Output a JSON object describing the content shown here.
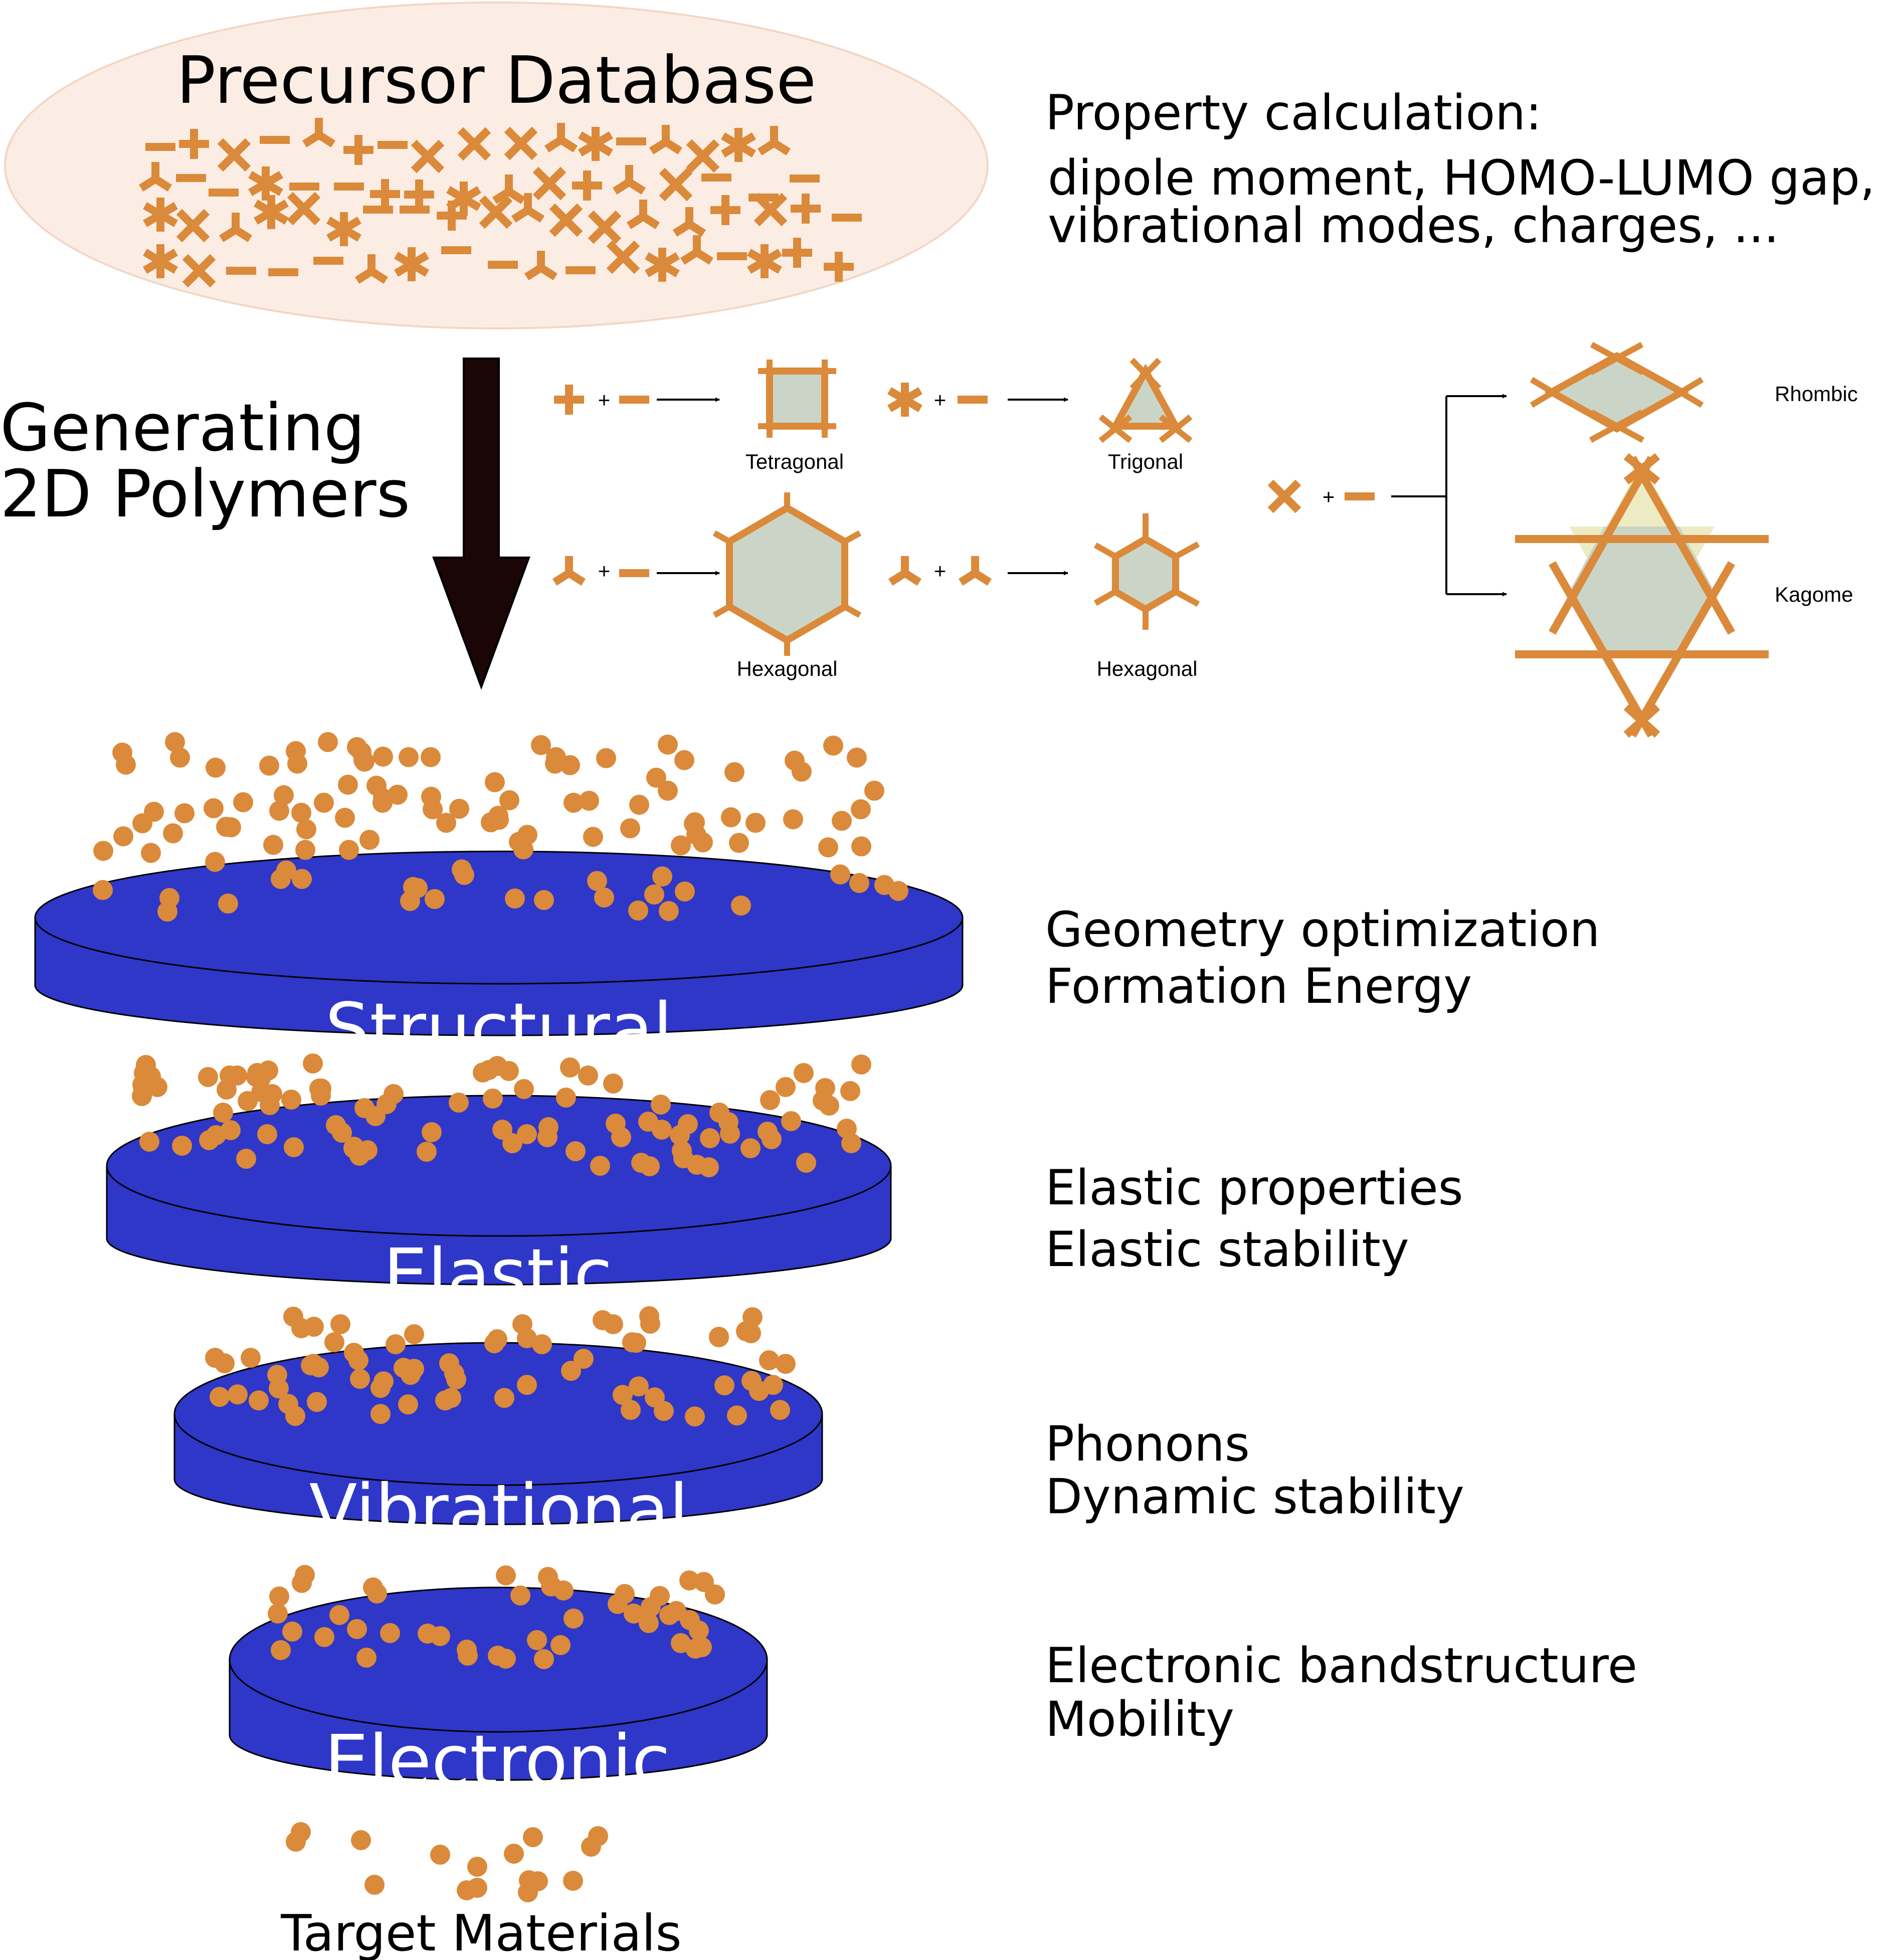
{
  "colors": {
    "monomer": "#DA8A3A",
    "network_fill": "#CBD5C7",
    "kagome_triangle_fill": "#EDEBC3",
    "disk": "#2E37C8",
    "ellipse_fill": "#FCEDE4",
    "arrow": "#000000"
  },
  "header": {
    "database_title": "Precursor Database",
    "property_heading": "Property calculation:",
    "property_line1": "dipole moment, HOMO-LUMO gap,",
    "property_line2": "vibrational modes, charges, ..."
  },
  "generation": {
    "line1": "Generating",
    "line2": "2D Polymers",
    "plus": "+",
    "lattices": {
      "tetragonal": "Tetragonal",
      "trigonal": "Trigonal",
      "hexagonal_a": "Hexagonal",
      "hexagonal_b": "Hexagonal",
      "rhombic": "Rhombic",
      "kagome": "Kagome"
    }
  },
  "filters": [
    {
      "label": "Structural",
      "desc1": "Geometry optimization",
      "desc2": "Formation Energy"
    },
    {
      "label": "Elastic",
      "desc1": "Elastic properties",
      "desc2": "Elastic stability"
    },
    {
      "label": "Vibrational",
      "desc1": "Phonons",
      "desc2": "Dynamic stability"
    },
    {
      "label": "Electronic",
      "desc1": "Electronic bandstructure",
      "desc2": "Mobility"
    }
  ],
  "footer": {
    "target": "Target Materials"
  }
}
